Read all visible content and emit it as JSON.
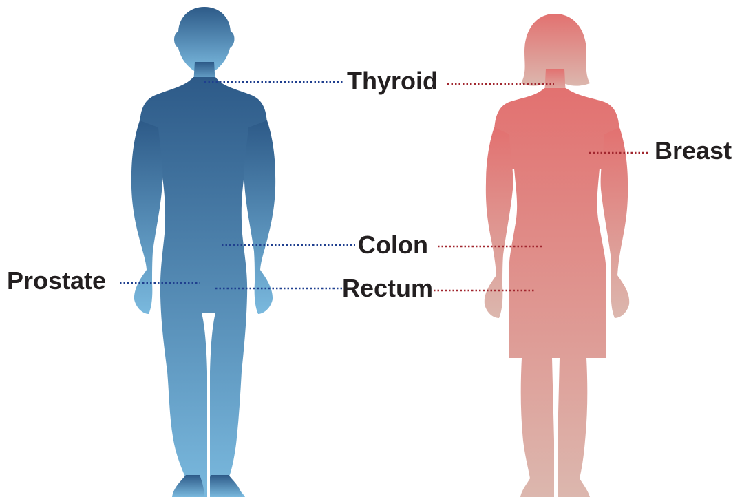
{
  "figures": [
    {
      "id": "male",
      "top_color": "#2d5a88",
      "bottom_color": "#7ab9de"
    },
    {
      "id": "female",
      "top_color": "#e27170",
      "bottom_color": "#dcb7ae"
    }
  ],
  "leader_colors": {
    "male": "#1f3f8f",
    "female": "#a1262e"
  },
  "labels": {
    "thyroid": "Thyroid",
    "breast": "Breast",
    "colon": "Colon",
    "prostate": "Prostate",
    "rectum": "Rectum"
  }
}
